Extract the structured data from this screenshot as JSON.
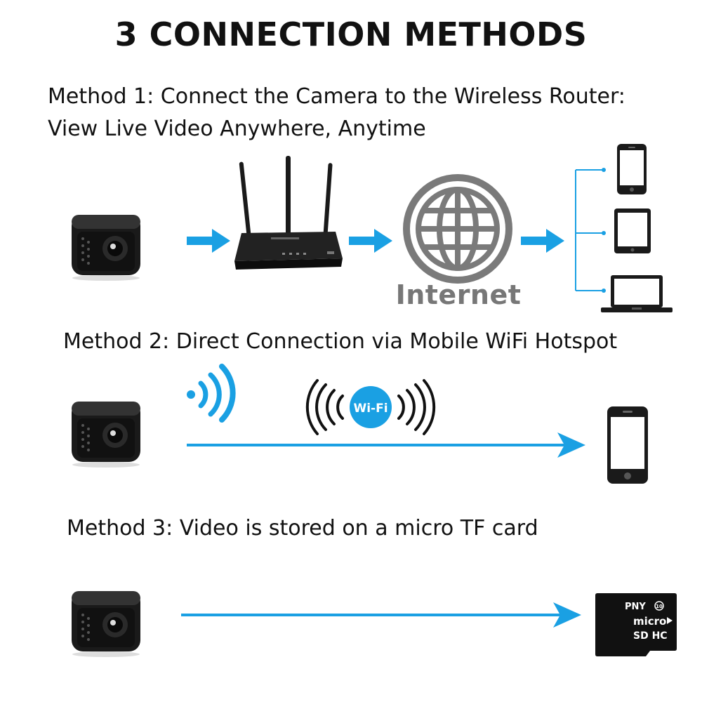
{
  "title": "3 CONNECTION METHODS",
  "method1": {
    "line1": "Method 1: Connect the Camera to the Wireless Router:",
    "line2": "View Live Video Anywhere, Anytime",
    "internet_label": "Internet"
  },
  "method2": {
    "caption": "Method 2: Direct Connection via Mobile WiFi Hotspot",
    "wifi_badge": "Wi-Fi"
  },
  "method3": {
    "caption": "Method 3: Video is stored on a micro TF card",
    "sd_brand": "PNY",
    "sd_class": "10",
    "sd_micro": "micro",
    "sd_hc": "SD HC"
  },
  "colors": {
    "arrow_blue": "#1aa0e3",
    "text": "#111111",
    "internet_grey": "#777777"
  },
  "icons": [
    "camera-icon",
    "router-icon",
    "globe-icon",
    "smartphone-icon",
    "tablet-icon",
    "laptop-icon",
    "wifi-signal-icon",
    "wifi-badge-icon",
    "micro-sd-card-icon"
  ]
}
